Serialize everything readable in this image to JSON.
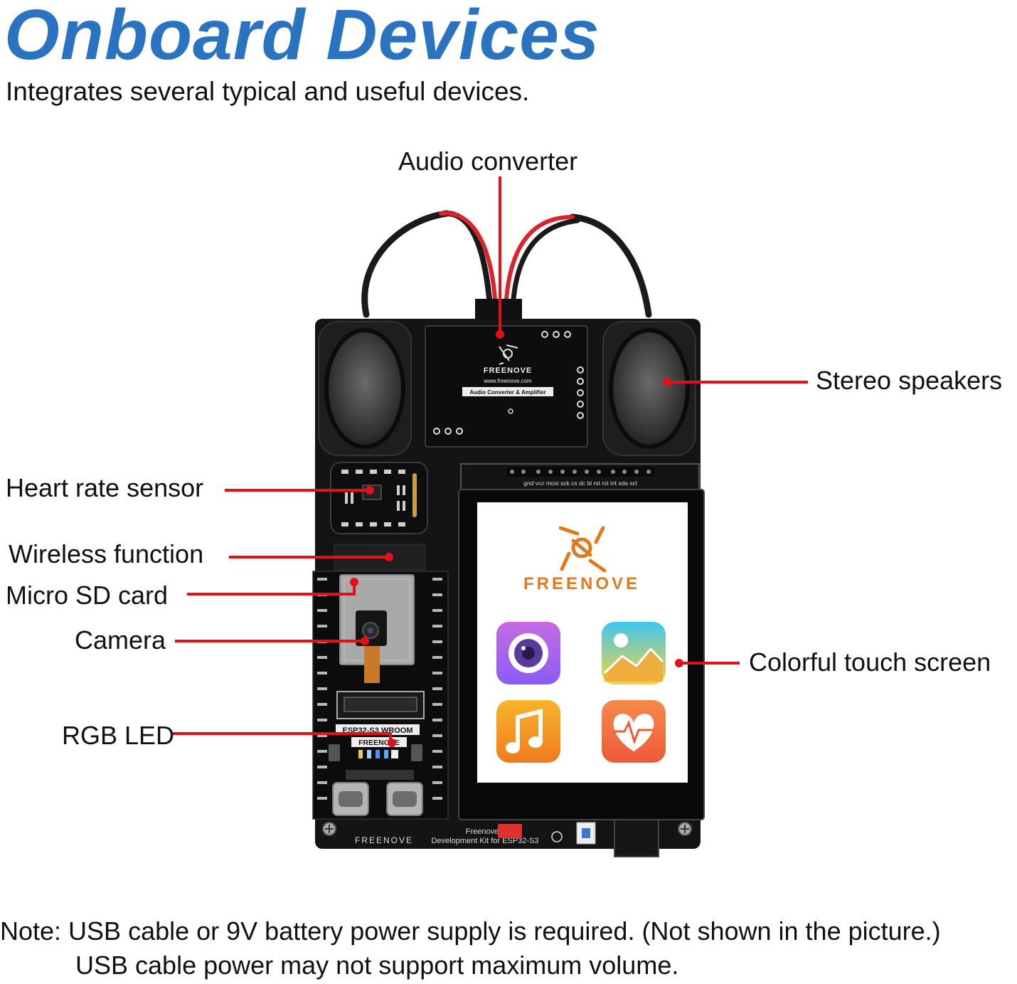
{
  "header": {
    "title": "Onboard Devices",
    "subtitle": "Integrates several typical and useful devices."
  },
  "callouts": {
    "audio_converter": "Audio converter",
    "stereo_speakers": "Stereo speakers",
    "heart_rate_sensor": "Heart rate sensor",
    "wireless_function": "Wireless function",
    "micro_sd_card": "Micro SD card",
    "camera": "Camera",
    "rgb_led": "RGB LED",
    "touch_screen": "Colorful touch screen"
  },
  "board": {
    "amp_brand": "FREENOVE",
    "amp_url": "www.freenove.com",
    "amp_label": "Audio Converter & Amplifier",
    "screen_brand": "FREENOVE",
    "module_label": "ESP32-S3 WROOM",
    "module_brand": "FREENOVE",
    "bottom_brand": "FREENOVE",
    "kit_label_1": "Freenove",
    "kit_label_2": "Development Kit for ESP32-S3",
    "header_pins": "gnd vcc mosi sck cs dc bl rst rst int sda scl"
  },
  "colors": {
    "title_blue": "#2a73c0",
    "leader_red": "#e3101a",
    "board_black": "#141414"
  },
  "notes": {
    "line1": "Note: USB cable or 9V battery power supply is required. (Not shown in the picture.)",
    "line2": "USB cable power may not support maximum volume."
  }
}
